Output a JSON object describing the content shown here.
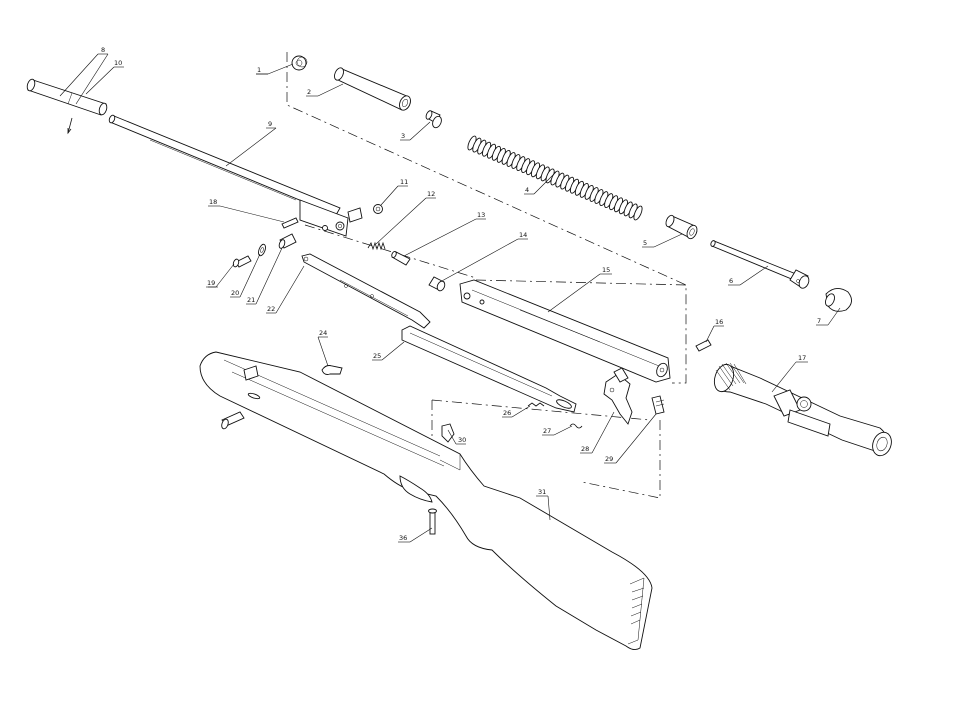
{
  "callouts": {
    "p1": "1",
    "p2": "2",
    "p3": "3",
    "p4": "4",
    "p5": "5",
    "p6": "6",
    "p7": "7",
    "p8": "8",
    "p9": "9",
    "p10": "10",
    "p11": "11",
    "p12": "12",
    "p13": "13",
    "p14": "14",
    "p15": "15",
    "p16": "16",
    "p17": "17",
    "p18": "18",
    "p19": "19",
    "p20": "20",
    "p21": "21",
    "p22": "22",
    "p24": "24",
    "p25": "25",
    "p26": "26",
    "p27": "27",
    "p28": "28",
    "p29": "29",
    "p30": "30",
    "p31": "31",
    "p36": "36"
  }
}
